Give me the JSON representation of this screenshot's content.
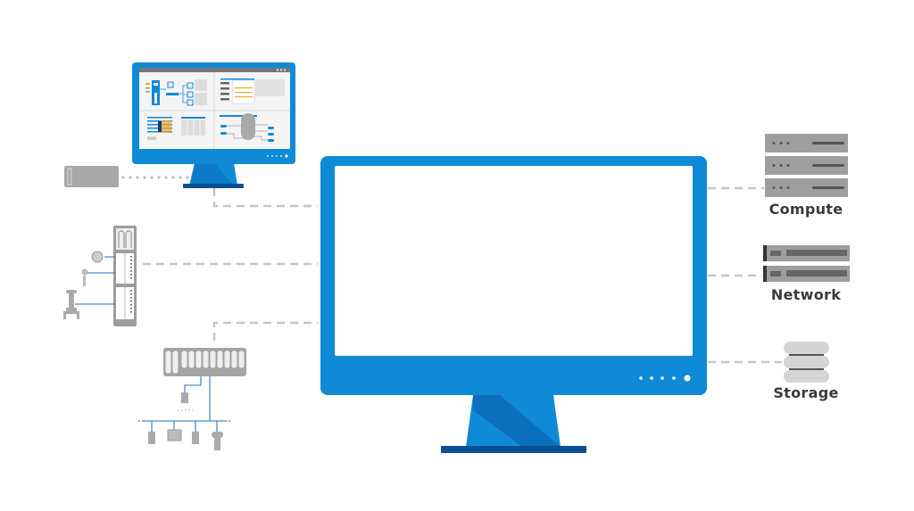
{
  "labels": {
    "compute": "Compute",
    "network": "Network",
    "storage": "Storage"
  },
  "colors": {
    "monitor_blue": "#0f8ad6",
    "monitor_dark": "#0a5fa6",
    "device_gray": "#9b9b9b",
    "connector_gray": "#c6c6c6",
    "accent_orange": "#f5a623"
  }
}
